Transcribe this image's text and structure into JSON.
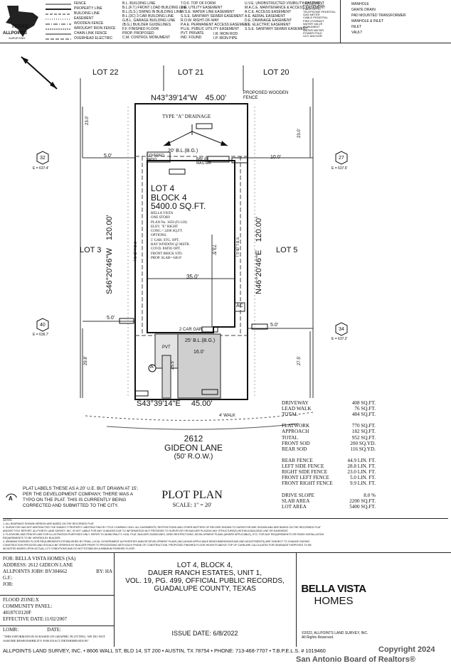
{
  "header": {
    "logo_text": "TEXAS",
    "logo_sub": "ALLPOINTS",
    "logo_sub2": "SURVEYING",
    "legend_col1": [
      "FENCE",
      "PROPERTY LINE",
      "BUILDING LINE",
      "EASEMENT",
      "WOODEN FENCE",
      "WROUGHT IRON FENCE",
      "CHAIN LINK FENCE",
      "OVERHEAD ELECTRIC"
    ],
    "legend_col2": [
      "B.L. BUILDING LINE",
      "B.L.(F.T.) FRONT LOAD BUILDING LINE",
      "B.L.(S.S.) SWING IN BUILDING LINE",
      "B.L.(3C) 3 CAR BUILDING LINE",
      "G.B.L. GARAGE BUILDING LINE",
      "(B.G.) BUILDER GUIDELINES",
      "F.F. FINISHED FLOOR",
      "PROP. PROPOSED",
      "C.M. CONTROL MONUMENT"
    ],
    "legend_col3": [
      "T.O.F. TOP OF FORM",
      "U.E. UTILITY EASEMENT",
      "W.S.E. WATER LINE EASEMENT",
      "S.S.E. SANITARY SEWER EASEMENT",
      "R.O.W. RIGHT-OF-WAY",
      "P.A.E. PERMANENT ACCESS EASEMENT",
      "P.U.E. PUBLIC UTILITY EASEMENT",
      "PVT. PRIVATE",
      "IND. FOUND"
    ],
    "legend_col4": [
      "I.R. IRON ROD",
      "I.P. IRON PIPE"
    ],
    "legend_col5": [
      "U.V.E. UNOBSTRUCTED VISIBILITY EASEMENT",
      "M.A.C.E. MAINTENANCE & ACCESS EASEMENT",
      "A.C.E. ACCESS EASEMENT",
      "A.E. AERIAL EASEMENT",
      "D.E. DRAINAGE EASEMENT",
      "E.E. ELECTRIC EASEMENT",
      "S.S.E. SANITARY SEWER EASEMENT"
    ],
    "legend_col6": [
      "LIGHT POLE",
      "ELECTRIC BOX",
      "FIBER OPTIC",
      "TELEPHONE PEDESTAL",
      "GAS METER",
      "CABLE PEDESTAL",
      "FIRE HYDRANT",
      "WATER VALVE",
      "MONUMENT",
      "WATER METER",
      "POWER POLE",
      "GUY ANCHOR"
    ],
    "legend_col7": [
      "MANHOLE",
      "GRATE DRAIN",
      "PAD MOUNTED TRANSFORMER",
      "MANHOLE & INLET",
      "INLET",
      "VAULT"
    ]
  },
  "plan": {
    "lot_top_left": "LOT 22",
    "lot_top_mid": "LOT 21",
    "lot_top_right": "LOT 20",
    "lot_left": "LOT 3",
    "lot_right": "LOT 5",
    "top_bearing": "N43°39'14\"W",
    "top_dist": "45.00'",
    "proposed_fence": "PROPOSED WOODEN FENCE",
    "drainage": "TYPE \"A\" DRAINAGE",
    "rear_bl": "20' B.L.(B.G.)",
    "covered_patio": "COVERED PATIO",
    "bay_window": "BAY @ MASTER",
    "lot_no": "LOT 4",
    "block_no": "BLOCK 4",
    "sqft": "5400.0 SQ.FT.",
    "house_info": [
      "BELLA VISTA",
      "ONE STORY",
      "PLAN No. 1650 (Ft-120)",
      "ELEV. \"E\" RIGHT",
      "CONC.= 2200 SQ.FT.",
      "OPTIONS:",
      "5' GAR. STG. OPT.",
      "BAY WINDOW @ MSTR.",
      "COVD. PATIO OPT.",
      "FRONT BRICK STD.",
      "PROP. SLAB= 640.0'"
    ],
    "left_bearing": "S46°20'46\"W",
    "left_dist": "120.00'",
    "right_bearing": "N46°20'46\"E",
    "right_dist": "120.00'",
    "side_bl_left": "5' B.L.(B.G.)",
    "side_bl_right": "5' B.L.(B.G.)",
    "dim_35": "35.0'",
    "dim_5_left": "5.0'",
    "dim_5_right": "5.0'",
    "dim_10": "10.0'",
    "dim_5_top": "5.0'",
    "dim_73_5": "73.5'",
    "dim_23_top_left": "23.0'",
    "dim_23_top_right": "23.0'",
    "car_garage": "2 CAR GAR.",
    "front_bl": "25' B.L.(B.G.)",
    "dim_16": "16.0'",
    "dim_25_5": "25.5'",
    "dim_29_8": "29.8'",
    "dim_27_5": "27.5'",
    "ac": "AC",
    "marker_a": "A",
    "pvt": "PVT",
    "bottom_bearing": "S43°39'14\"E",
    "bottom_dist": "45.00'",
    "walk": "4' WALK",
    "elev_left1": "E = 637.4'",
    "elev_right1": "E = 637.6'",
    "elev_left2": "E = 636.7'",
    "elev_right2": "E = 637.2'",
    "circle_32": "32",
    "circle_27": "27",
    "circle_40": "40",
    "circle_34": "34",
    "street_no": "2612",
    "street_name": "GIDEON LANE",
    "row": "(50' R.O.W.)",
    "plat_note": "PLAT LABELS THESE AS A 20' U.E. BUT DRAWN AT 15', PER THE DEVELOPMENT COMPANY, THERE WAS A TYPO ON THE PLAT. THIS IS CURRENTLY BEING CORRECTED AND SUBMITTED TO THE CITY.",
    "plot_plan": "PLOT PLAN",
    "scale": "SCALE: 1\" = 20'"
  },
  "quantities": [
    {
      "label": "DRIVEWAY",
      "value": "408 SQ.FT."
    },
    {
      "label": "LEAD WALK",
      "value": "76 SQ.FT."
    },
    {
      "label": "TOTAL",
      "value": "484 SQ.FT."
    },
    {
      "label": "",
      "value": ""
    },
    {
      "label": "FLATWORK",
      "value": "770 SQ.FT."
    },
    {
      "label": "APPROACH",
      "value": "182 SQ.FT."
    },
    {
      "label": "TOTAL",
      "value": "952 SQ.FT."
    },
    {
      "label": "FRONT SOD",
      "value": "200 SQ.YD."
    },
    {
      "label": "REAR SOD",
      "value": "116 SQ.YD."
    },
    {
      "label": "",
      "value": ""
    },
    {
      "label": "REAR FENCE",
      "value": "44.9 LIN. FT."
    },
    {
      "label": "LEFT SIDE FENCE",
      "value": "28.8 LIN. FT."
    },
    {
      "label": "RIGHT SIDE FENCE",
      "value": "23.0 LIN. FT."
    },
    {
      "label": "FRONT LEFT FENCE",
      "value": "5.0 LIN. FT."
    },
    {
      "label": "FRONT RIGHT FENCE",
      "value": "9.9 LIN. FT."
    },
    {
      "label": "",
      "value": ""
    },
    {
      "label": "DRIVE SLOPE",
      "value": "8.0 %"
    },
    {
      "label": "SLAB AREA",
      "value": "2200 SQ.FT."
    },
    {
      "label": "LOT AREA",
      "value": "5400 SQ.FT."
    }
  ],
  "notes": {
    "title": "NOTES:",
    "lines": [
      "1. ALL BEARINGS SHOWN HEREON ARE BASED ON THE RECORDED PLAT.",
      "2. SURVEYOR HAS NOT ABSTRACTED THE SUBJECT PROPERTY. ABSTRACTING BY TITLE COMPANY ONLY. ALL EASEMENTS, RESTRICTIONS AND OTHER MATTERS OF RECORD KNOWN TO SURVEYOR ARE SHOWN AND ARE BASED ON THE RECORDED PLAT",
      "AND/OR TITLE REPORT. ALLPOINTS LAND SURVEY, INC. IS NOT LIABLE FOR ANY CHANGES DUE TO INFORMATION NOT PROVIDED TO SURVEYOR OR BUILDER PLACING ANY STRUCTURE(S) WITHIN A BUILDING LINE OR EASEMENT.",
      "3. FLATWORK AND FENCES ARE FOR ILLUSTRATION PURPOSES ONLY. REFER TO MUNICIPALITY, HOA, PLAT, BUILDER GUIDELINES, DEED RESTRICTIONS, DEVELOPMENT PLANS (WHERE APPLICABLE), ETC. FOR ANY REQUIREMENTS OR FINISH INSTALLATION",
      "REQUIREMENTS TO BE VERIFIED BY BUILDER.",
      "4. MINIMUM FINISHED FLOOR REQUIREMENTS ESTABLISHED BY FEMA, LOCAL GOVERNMENT AUTHORITIES AND/OR DEVELOPMENT PLANS (INCLUDING APPLICABLE BENCHMARKS/DATUMS AND ADJUSTMENTS) ARE SUBJECT TO CHANGE DURING",
      "CONSTRUCTION PROCESS AND SHOULD BE VERIFIED BY BUILDER PRIOR TO PROCEEDING WITH EACH PHASE OF CONSTRUCTION. PROPOSED FINISHED FLOOR HEIGHTS ABOVE TOP OF CURB ARE CALCULATED FOR DRAINAGE PURPOSES TO BE",
      "ADJUSTED BASED UPON ACTUAL LOT CONDITIONS AND DO NOT ESTABLISH A MINIMUM FINISHED FLOOR."
    ]
  },
  "titleblock": {
    "for": "FOR: BELLA VISTA HOMES (SA)",
    "address": "ADDRESS: 2612 GIDEON LANE",
    "job": "ALLPOINTS JOB#: BV304662",
    "by": "BY: HA",
    "gf": "G.F.:",
    "jobno": "JOB:",
    "flood": "FLOOD ZONE:X",
    "community": "COMMUNITY PANEL:",
    "panel": "48187C0120F",
    "effective": "EFFECTIVE DATE:11/02/2007",
    "lomr": "LOMR:",
    "date": "DATE:",
    "disclaimer": "\"THIS INFORMATION IS BASED ON GRAPHIC PLOTTING. WE DO NOT ASSUME RESPONSIBILITY FOR EXACT DETERMINATION\"",
    "legal": [
      "LOT 4, BLOCK 4,",
      "DAUER RANCH ESTATES, UNIT 1,",
      "VOL. 19, PG. 499, OFFICIAL PUBLIC RECORDS,",
      "GUADALUPE COUNTY, TEXAS"
    ],
    "issue": "ISSUE DATE: 6/8/2022",
    "brand1": "BELLA VISTA",
    "brand2": "HOMES",
    "copyright_small": "©2022, ALLPOINTS LAND SURVEY, INC.",
    "rights": "All Rights Reserved.",
    "footer": "ALLPOINTS LAND SURVEY, INC. • 8606 WALL ST, BLD 14, ST 200 • AUSTIN, TX 78754 • PHONE: 713-468-7707 • T.B.P.E.L.S. # 1019460",
    "watermark1": "Copyright 2024",
    "watermark2": "San Antonio Board of Realtors®"
  }
}
